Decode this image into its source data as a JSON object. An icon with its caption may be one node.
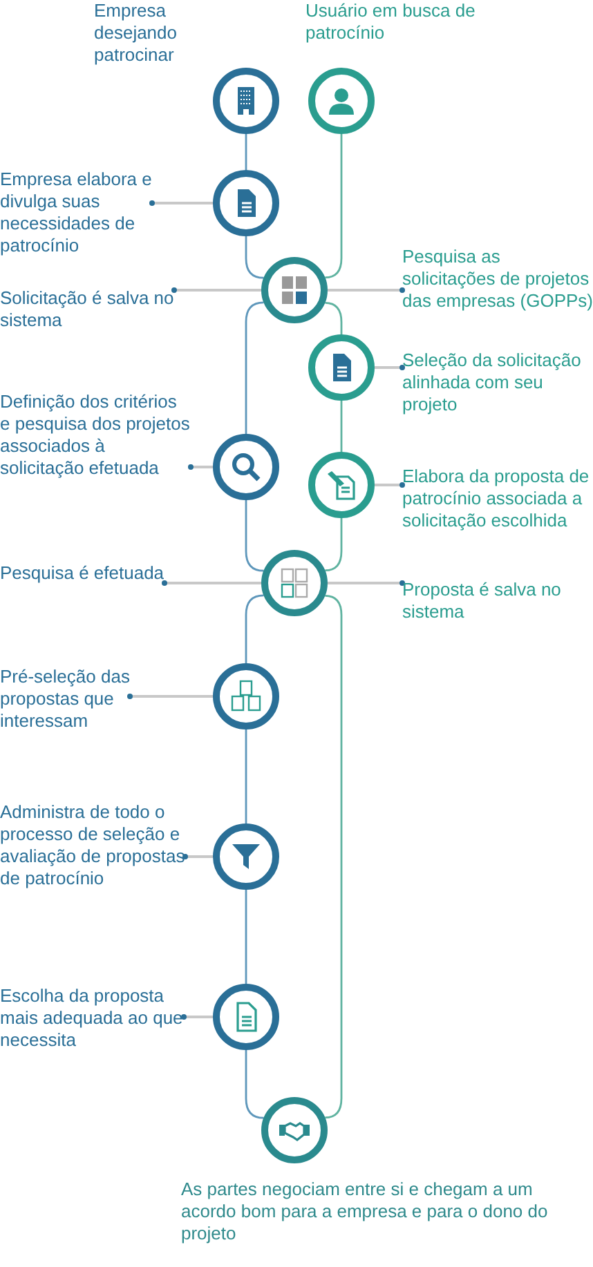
{
  "diagram": {
    "nodes": [
      {
        "text": [],
        "shape": "circle",
        "beside": [
          "Empresa desejando patrocinar"
        ]
      },
      {
        "text": [],
        "shape": "circle",
        "beside": [
          "Usuário em busca de patrocínio"
        ]
      },
      {
        "text": [],
        "shape": "circle"
      },
      {
        "text": [
          "Empresa elabora e divulga suas necessidades de patrocínio"
        ]
      },
      {
        "text": [],
        "shape": "circle"
      },
      {
        "text": [
          "Solicitação é salva no sistema"
        ]
      },
      {
        "text": [
          "Pesquisa as solicitações de projetos das empresas (GOPPs)"
        ]
      },
      {
        "text": [],
        "shape": "circle"
      },
      {
        "text": [
          "Seleção da solicitação alinhada com seu projeto"
        ]
      },
      {
        "text": [],
        "shape": "circle"
      },
      {
        "text": [
          "Definição dos critérios e pesquisa dos projetos associados à solicitação efetuada"
        ]
      },
      {
        "text": [],
        "shape": "circle"
      },
      {
        "text": [
          "Elabora da proposta de patrocínio associada a solicitação escolhida"
        ]
      },
      {
        "text": [],
        "shape": "circle"
      },
      {
        "text": [
          "Pesquisa é efetuada"
        ]
      },
      {
        "text": [
          "Proposta é salva no sistema"
        ]
      },
      {
        "text": [],
        "shape": "circle"
      },
      {
        "text": [
          "Pré-seleção das propostas que interessam"
        ]
      },
      {
        "text": [],
        "shape": "circle"
      },
      {
        "text": [
          "Administra de todo o processo de seleção e avaliação de propostas de patrocínio"
        ]
      },
      {
        "text": [],
        "shape": "circle"
      },
      {
        "text": [
          "Escolha da proposta mais adequada ao que necessita"
        ]
      },
      {
        "text": [],
        "shape": "circle",
        "beside": [
          "As partes negociam entre si e chegam a um acordo bom para a empresa e para o dono do projeto"
        ]
      }
    ],
    "edges": [
      {
        "from": 0,
        "to": 2,
        "arrow": "none",
        "color": "#5e97bb"
      },
      {
        "from": 3,
        "to": 2,
        "arrow": "other"
      },
      {
        "from": 2,
        "to": 4,
        "arrow": "none",
        "color": "#5e97bb"
      },
      {
        "from": 1,
        "to": 4,
        "arrow": "none",
        "color": "#5fb3a0"
      },
      {
        "from": 5,
        "to": 4,
        "arrow": "other"
      },
      {
        "from": 6,
        "to": 4,
        "arrow": "other"
      },
      {
        "from": 4,
        "to": 7,
        "arrow": "none",
        "color": "#5fb3a0"
      },
      {
        "from": 8,
        "to": 7,
        "arrow": "other"
      },
      {
        "from": 4,
        "to": 9,
        "arrow": "none",
        "color": "#5e97bb"
      },
      {
        "from": 10,
        "to": 9,
        "arrow": "other"
      },
      {
        "from": 7,
        "to": 11,
        "arrow": "none",
        "color": "#5fb3a0"
      },
      {
        "from": 12,
        "to": 11,
        "arrow": "other"
      },
      {
        "from": 9,
        "to": 13,
        "arrow": "none",
        "color": "#5e97bb"
      },
      {
        "from": 11,
        "to": 13,
        "arrow": "none",
        "color": "#5fb3a0"
      },
      {
        "from": 14,
        "to": 13,
        "arrow": "other"
      },
      {
        "from": 15,
        "to": 13,
        "arrow": "other"
      },
      {
        "from": 13,
        "to": 16,
        "arrow": "none",
        "color": "#5e97bb"
      },
      {
        "from": 17,
        "to": 16,
        "arrow": "other"
      },
      {
        "from": 13,
        "to": 22,
        "arrow": "none",
        "color": "#5fb3a0"
      },
      {
        "from": 16,
        "to": 18,
        "arrow": "none",
        "color": "#5e97bb"
      },
      {
        "from": 19,
        "to": 18,
        "arrow": "other"
      },
      {
        "from": 18,
        "to": 20,
        "arrow": "none",
        "color": "#5e97bb"
      },
      {
        "from": 21,
        "to": 20,
        "arrow": "other"
      },
      {
        "from": 20,
        "to": 22,
        "arrow": "none",
        "color": "#5e97bb"
      }
    ]
  }
}
